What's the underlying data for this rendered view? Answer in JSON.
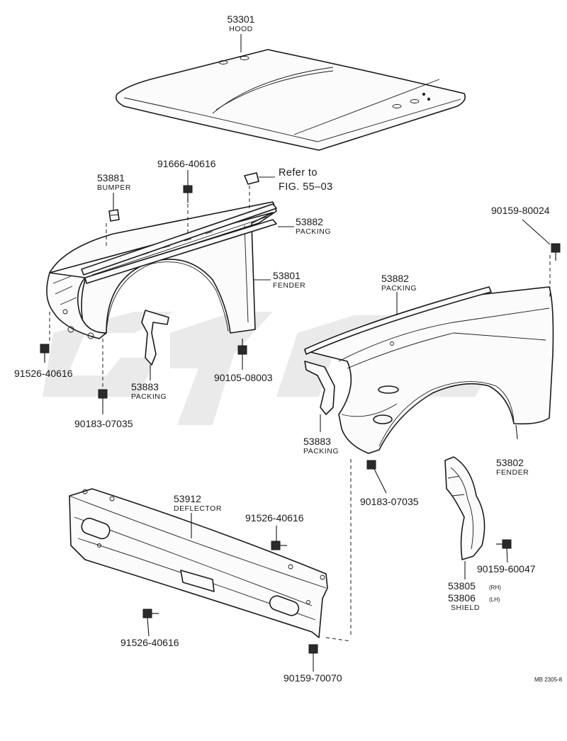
{
  "parts": {
    "hood": {
      "number": "53301",
      "name": "HOOD"
    },
    "bumper": {
      "number": "53881",
      "name": "BUMPER"
    },
    "bolt_91666": {
      "number": "91666-40616"
    },
    "refer": {
      "line1": "Refer to",
      "line2": "FIG. 55–03"
    },
    "packing_top": {
      "number": "53882",
      "name": "PACKING"
    },
    "fender_left": {
      "number": "53801",
      "name": "FENDER"
    },
    "bolt_90159_8": {
      "number": "90159-80024"
    },
    "packing_right": {
      "number": "53882",
      "name": "PACKING"
    },
    "bolt_91526_l": {
      "number": "91526-40616"
    },
    "packing_lower_l": {
      "number": "53883",
      "name": "PACKING"
    },
    "bolt_90105": {
      "number": "90105-08003"
    },
    "nut_90183_l": {
      "number": "90183-07035"
    },
    "packing_lower_r": {
      "number": "53883",
      "name": "PACKING"
    },
    "fender_right": {
      "number": "53802",
      "name": "FENDER"
    },
    "nut_90183_r": {
      "number": "90183-07035"
    },
    "deflector": {
      "number": "53912",
      "name": "DEFLECTOR"
    },
    "bolt_91526_m": {
      "number": "91526-40616"
    },
    "bolt_90159_6": {
      "number": "90159-60047"
    },
    "shield": {
      "number_rh": "53805",
      "tag_rh": "(RH)",
      "number_lh": "53806",
      "tag_lh": "(LH)",
      "name": "SHIELD"
    },
    "bolt_91526_b": {
      "number": "91526-40616"
    },
    "bolt_90159_7": {
      "number": "90159-70070"
    }
  },
  "figure_code": "MB 2305-8",
  "colors": {
    "ink": "#1a1a1a",
    "paper": "#ffffff",
    "watermark": "#d8d8d8"
  }
}
